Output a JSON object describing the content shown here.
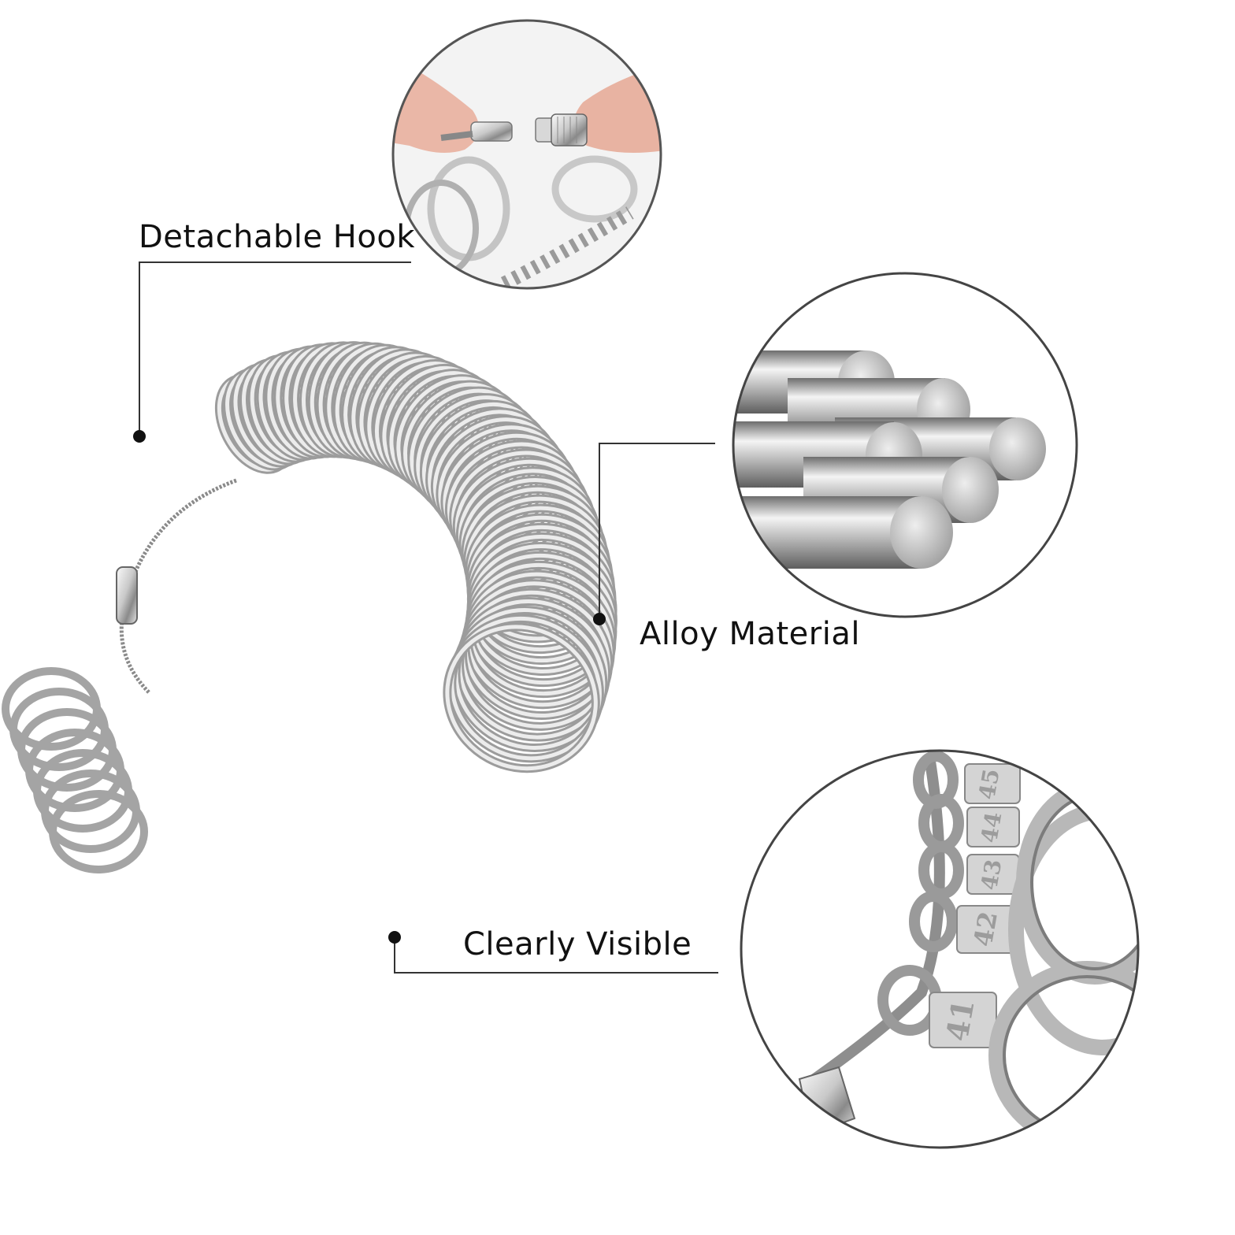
{
  "callouts": {
    "hook": {
      "label": "Detachable Hook"
    },
    "material": {
      "label": "Alloy Material"
    },
    "visible": {
      "label": "Clearly Visible",
      "size_tags": [
        "45",
        "44",
        "43",
        "42",
        "41"
      ]
    }
  },
  "colors": {
    "metal_light": "#f2f2f2",
    "metal_mid": "#bcbcbc",
    "metal_dark": "#6e6e6e",
    "circle_border": "#444444",
    "skin": "#e9b6a6"
  }
}
